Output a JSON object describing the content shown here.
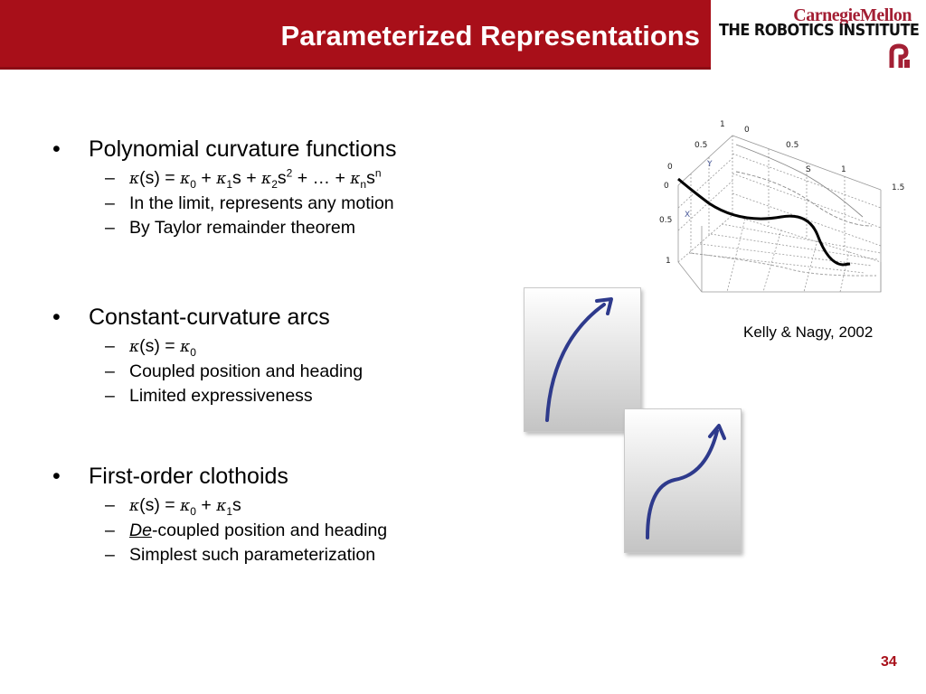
{
  "title": "Parameterized Representations",
  "logo": {
    "line1": "CarnegieMellon",
    "line2": "THE ROBOTICS INSTITUTE"
  },
  "sections": [
    {
      "heading": "Polynomial curvature functions",
      "items": [
        {
          "kind": "formula",
          "parts": [
            "κ",
            "(s) = ",
            "κ",
            "0",
            " + ",
            "κ",
            "1",
            "s + ",
            "κ",
            "2",
            "s",
            "2",
            " + … + ",
            "κ",
            "n",
            "s",
            "n"
          ]
        },
        {
          "kind": "text",
          "text": "In the limit, represents any motion"
        },
        {
          "kind": "text",
          "text": "By Taylor remainder theorem"
        }
      ]
    },
    {
      "heading": "Constant-curvature arcs",
      "items": [
        {
          "kind": "formula",
          "parts": [
            "κ",
            "(s) = ",
            "κ",
            "0"
          ]
        },
        {
          "kind": "text",
          "text": "Coupled position and heading"
        },
        {
          "kind": "text",
          "text": "Limited expressiveness"
        }
      ]
    },
    {
      "heading": "First-order clothoids",
      "items": [
        {
          "kind": "formula",
          "parts": [
            "κ",
            "(s) = ",
            "κ",
            "0",
            " + ",
            "κ",
            "1",
            "s"
          ]
        },
        {
          "kind": "emph",
          "emph": "De",
          "rest": "-coupled position and heading"
        },
        {
          "kind": "text",
          "text": "Simplest such parameterization"
        }
      ]
    }
  ],
  "figure": {
    "labels": {
      "x_axis_letter": "X",
      "y_axis_letter": "Y",
      "s_axis_letter": "S",
      "top_1": "1",
      "top_0": "0",
      "left_05": "0.5",
      "mid_05": "0.5",
      "right_1": "1",
      "right_15": "1.5",
      "z_0a": "0",
      "z_0b": "0",
      "z_05": "0.5",
      "z_1": "1"
    },
    "citation": "Kelly & Nagy, 2002"
  },
  "colors": {
    "title_bar": "#a80f19",
    "arc_stroke": "#2e3a8c",
    "page_number": "#a80f19"
  },
  "page_number": "34"
}
